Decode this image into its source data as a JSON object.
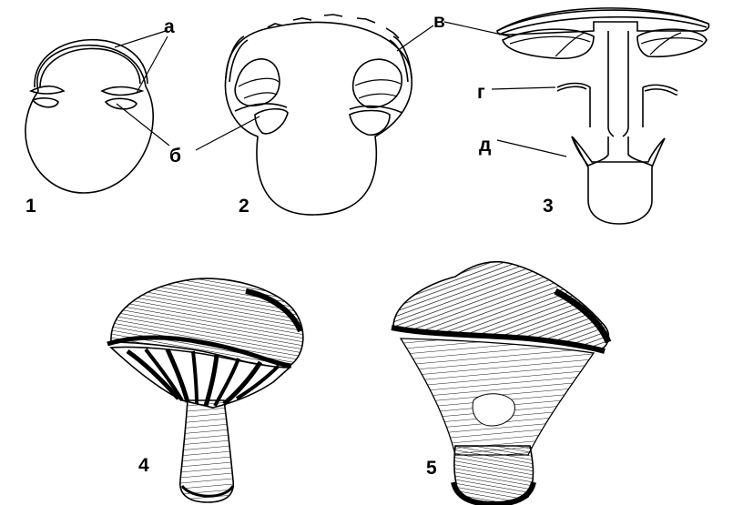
{
  "figure": {
    "stage_numbers": [
      "1",
      "2",
      "3",
      "4",
      "5"
    ],
    "part_labels": {
      "a": "а",
      "b": "б",
      "v": "в",
      "g": "г",
      "d": "д"
    }
  }
}
